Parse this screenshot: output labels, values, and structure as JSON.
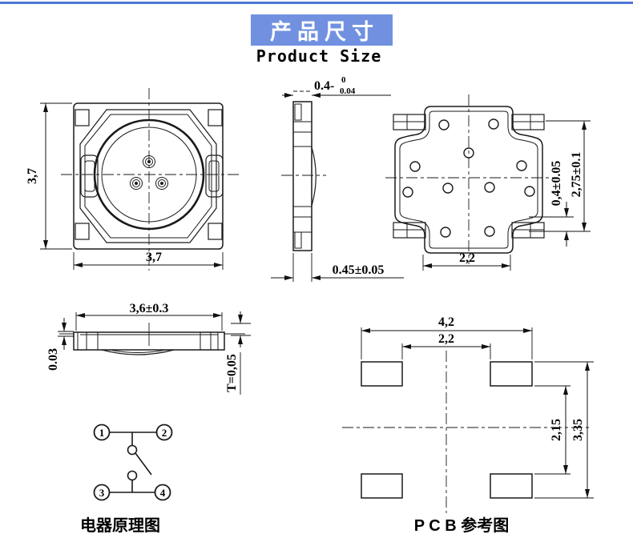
{
  "header": {
    "banner_text": "产品尺寸",
    "subtitle": "Product Size"
  },
  "colors": {
    "banner_bg": "#7191e0",
    "top_line": "#4d74d8",
    "line": "#1a1a1a"
  },
  "front_view": {
    "height_label": "3,7",
    "width_label": "3,7"
  },
  "side_view": {
    "thickness_main": "0.4-",
    "thickness_upper": "0",
    "thickness_lower": "0.04",
    "base_label": "0.45±0.05"
  },
  "back_view": {
    "pitch_label": "2,2",
    "offset_label": "0,4±0.05",
    "span_label": "2,75±0.1"
  },
  "profile_view": {
    "width_label": "3,6±0.3",
    "step_label": "0.03",
    "thickness_label": "T=0,05"
  },
  "circuit": {
    "pins": [
      "1",
      "2",
      "3",
      "4"
    ],
    "caption": "电器原理图"
  },
  "pcb": {
    "outer_width_label": "4,2",
    "inner_width_label": "2,2",
    "inner_height_label": "2,15",
    "outer_height_label": "3,35",
    "caption": "P C B 参考图"
  }
}
